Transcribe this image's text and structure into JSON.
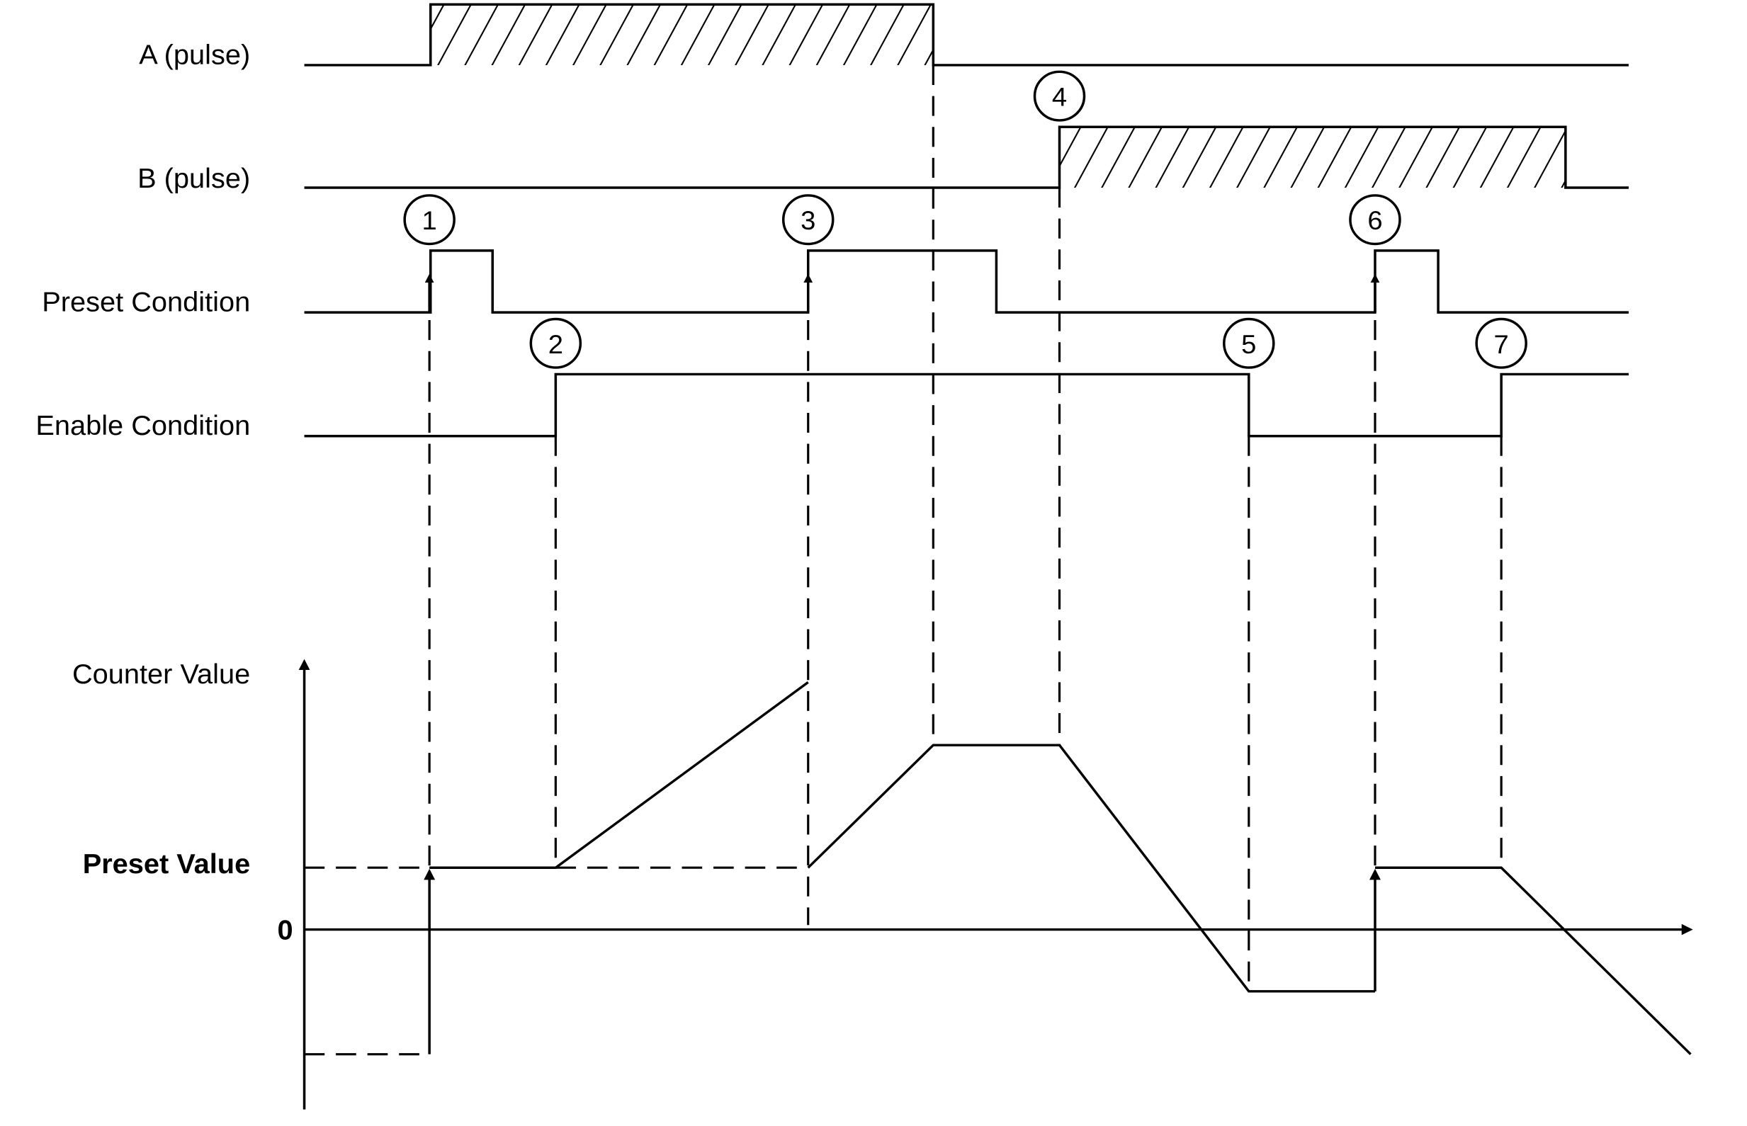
{
  "labels": {
    "a_pulse": "A (pulse)",
    "b_pulse": "B (pulse)",
    "preset_condition": "Preset Condition",
    "enable_condition": "Enable Condition",
    "counter_value": "Counter Value",
    "preset_value": "Preset Value",
    "zero": "0"
  },
  "markers": [
    "1",
    "2",
    "3",
    "4",
    "5",
    "6",
    "7"
  ]
}
